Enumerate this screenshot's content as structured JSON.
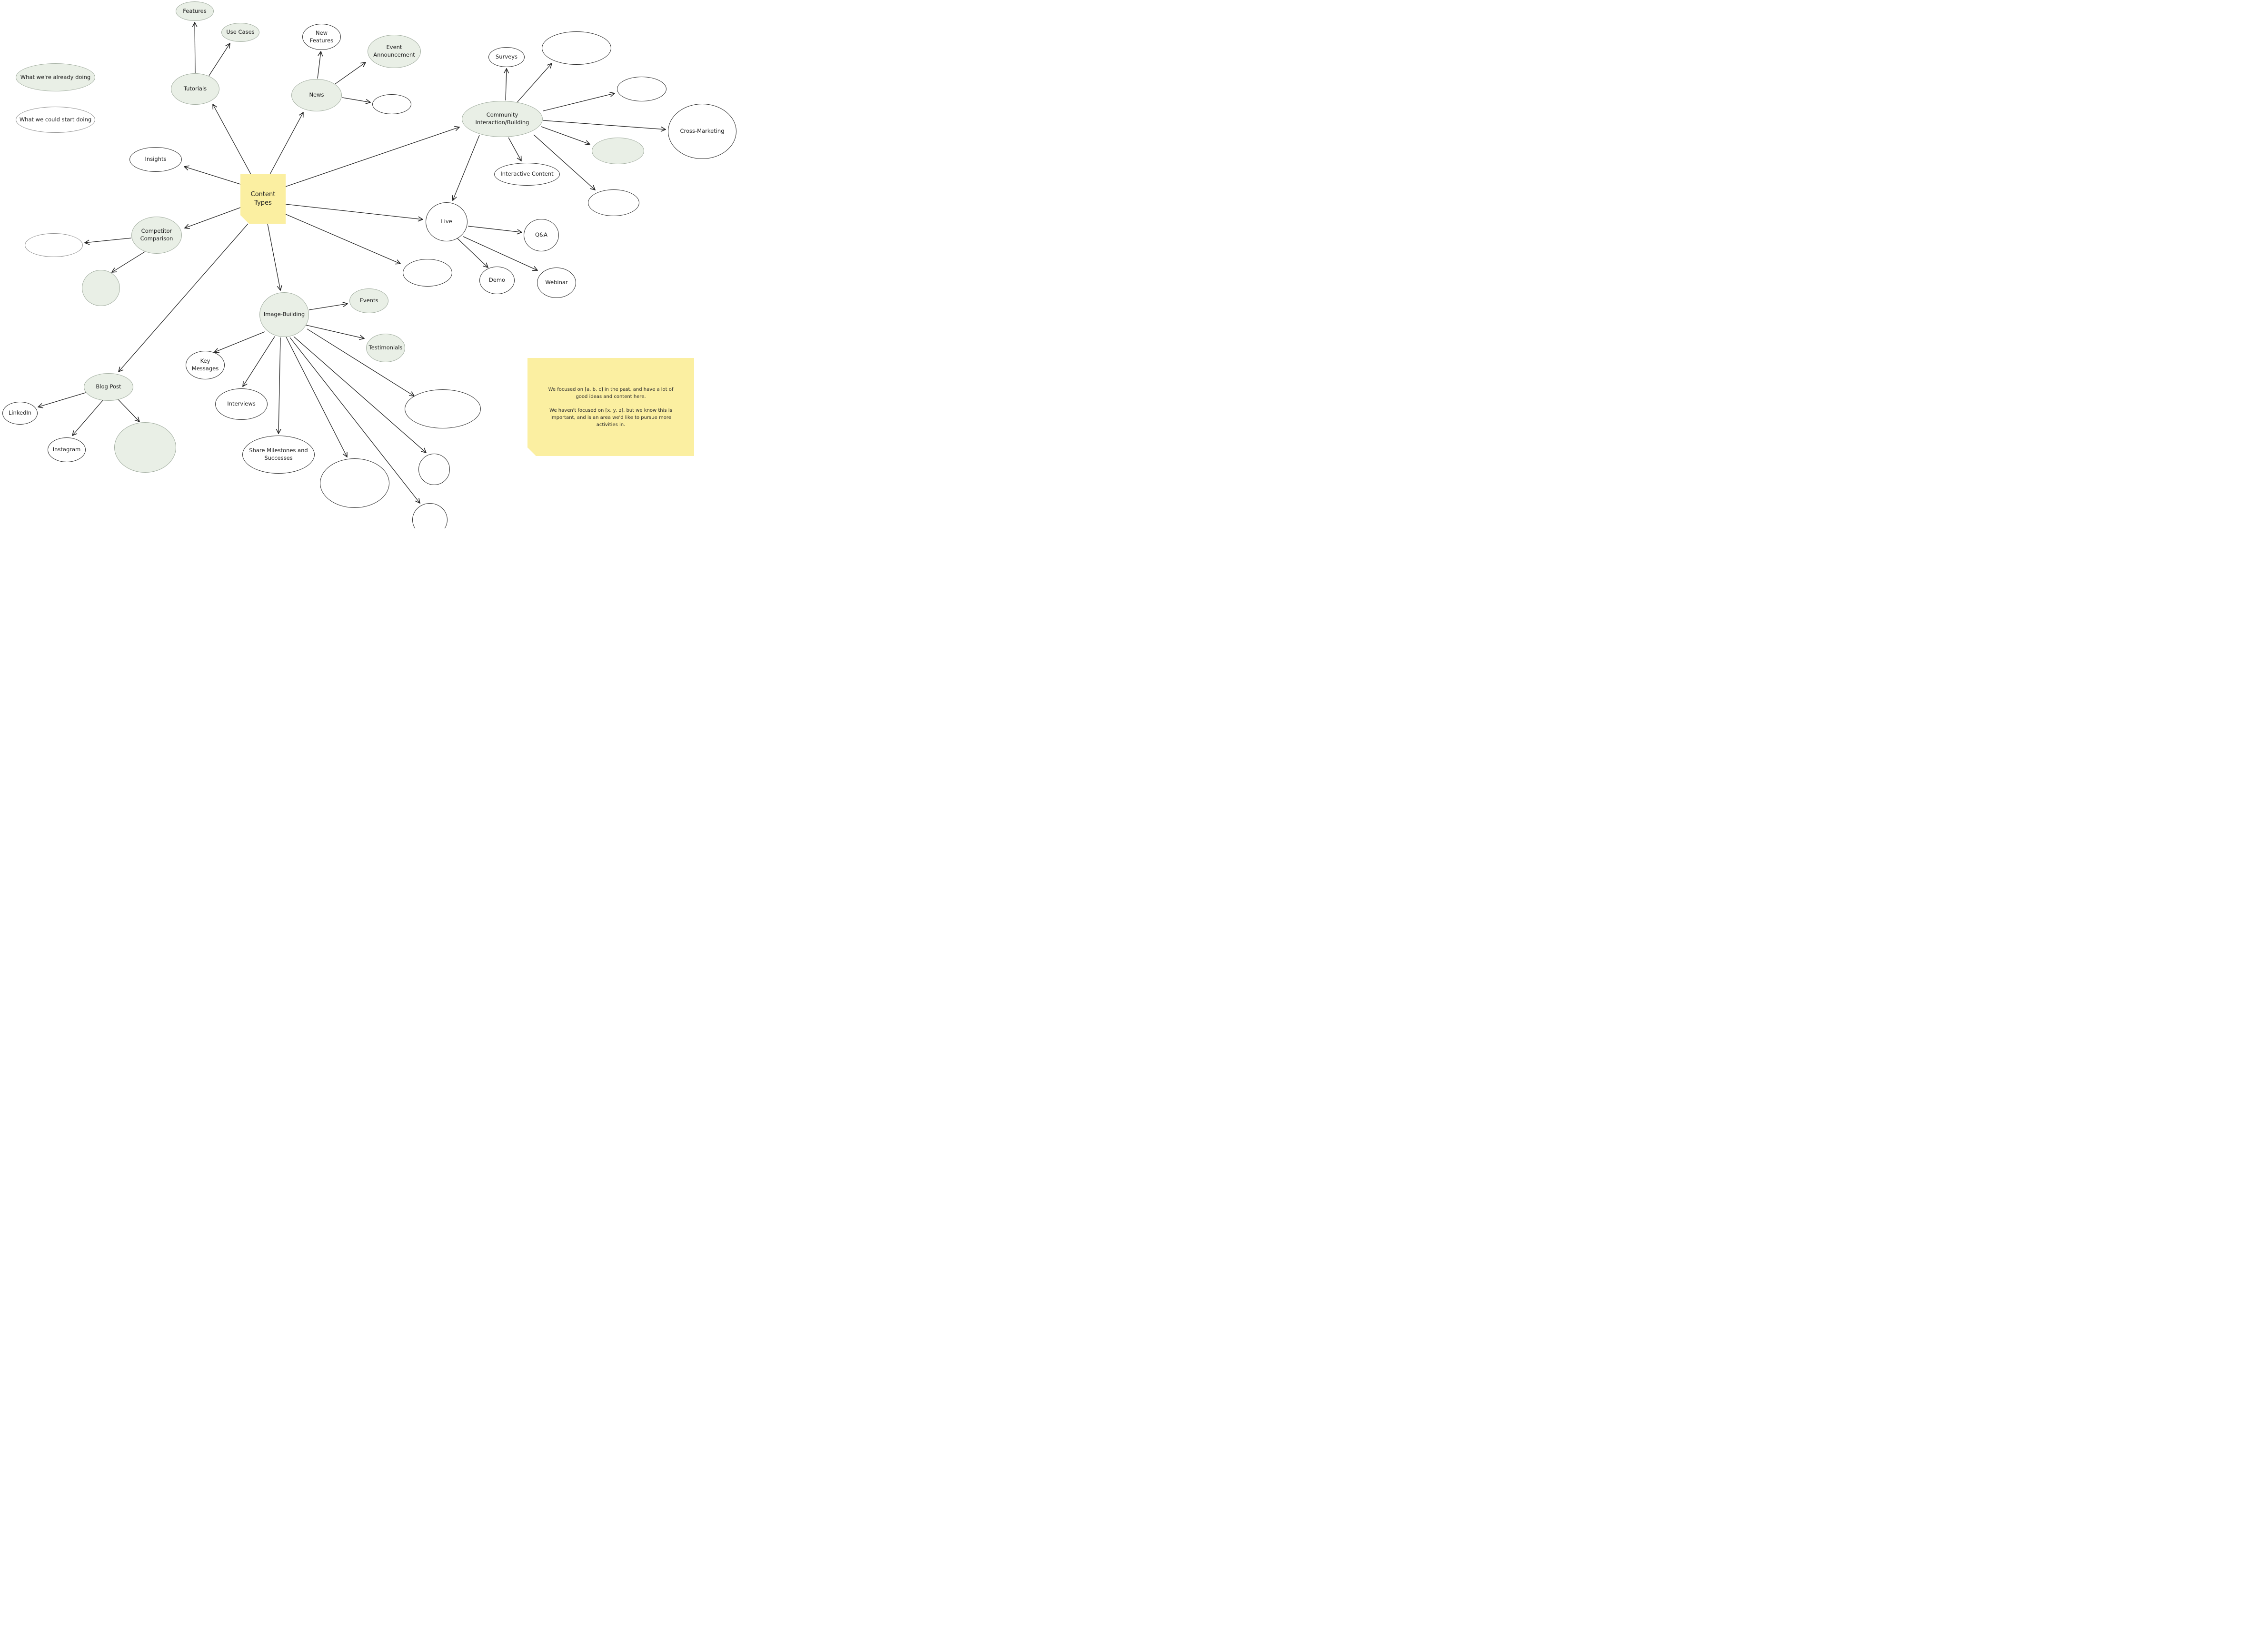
{
  "diagram": {
    "legend": {
      "already": "What we're already doing",
      "could": "What we could start doing"
    },
    "nodes": {
      "content_types": "Content Types",
      "tutorials": "Tutorials",
      "features": "Features",
      "use_cases": "Use Cases",
      "news": "News",
      "new_features": "New\nFeatures",
      "event_announcement": "Event\nAnnouncement",
      "community": "Community\nInteraction/Building",
      "surveys": "Surveys",
      "cross_marketing": "Cross-Marketing",
      "interactive_content": "Interactive Content",
      "insights": "Insights",
      "competitor_comparison": "Competitor\nComparison",
      "live": "Live",
      "qa": "Q&A",
      "demo": "Demo",
      "webinar": "Webinar",
      "image_building": "Image-Building",
      "events": "Events",
      "testimonials": "Testimonials",
      "key_messages": "Key\nMessages",
      "interviews": "Interviews",
      "share_milestones": "Share Milestones and\nSuccesses",
      "blog_post": "Blog Post",
      "linkedin": "LinkedIn",
      "instagram": "Instagram"
    },
    "notes": {
      "p1": "We focused on [a, b, c] in the past, and have a lot of\ngood ideas and content here.",
      "p2": "We haven't focused on [x, y, z], but we know this is\nimportant, and is an area we'd like to pursue more\nactivities in."
    },
    "colors": {
      "done_fill": "#e9efe6",
      "done_stroke": "#a3aea1",
      "todo_fill": "#ffffff",
      "todo_stroke": "#2f2f2f",
      "sticky_fill": "#fbefa1",
      "arrow": "#222222"
    }
  }
}
